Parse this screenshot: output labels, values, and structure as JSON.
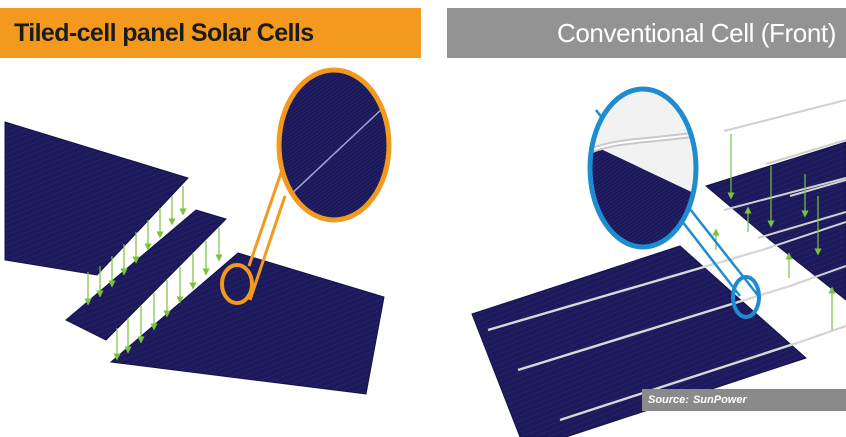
{
  "panels": {
    "left": {
      "title": "Tiled-cell panel Solar Cells",
      "banner_color": "#F39A1E"
    },
    "right": {
      "title": "Conventional Cell (Front)",
      "banner_color": "#939393"
    }
  },
  "source": {
    "label": "Source:",
    "name": "SunPower"
  },
  "colors": {
    "cell": "#1c1a5a",
    "cell_dark": "#11103f",
    "arrow": "#7cc23e",
    "ribbon": "#d8d8d8",
    "orange_callout": "#f39a1e",
    "blue_callout": "#1f8bd1",
    "source_box": "#8a8a8a"
  }
}
